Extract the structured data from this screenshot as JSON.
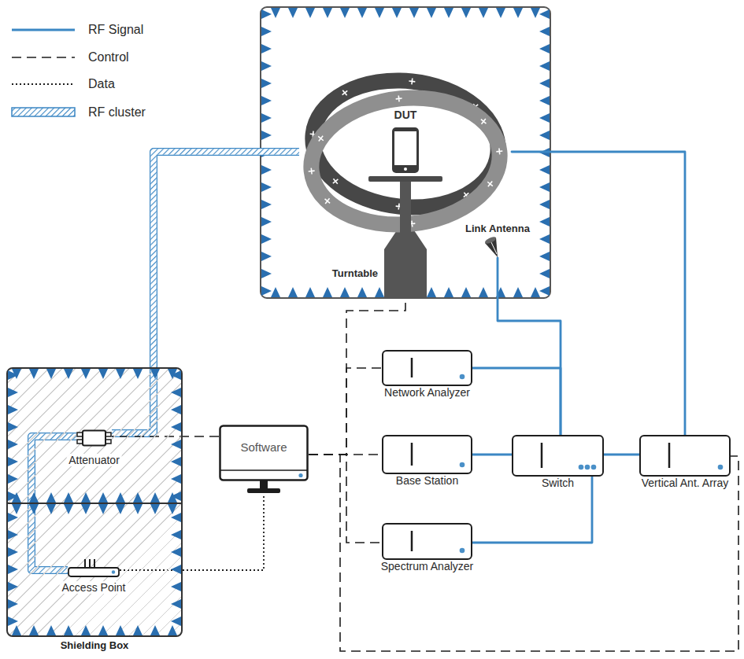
{
  "diagram": {
    "nodes": [
      {
        "text": [
          "DUT"
        ]
      },
      {
        "text": [
          "Link Antenna"
        ]
      },
      {
        "text": [
          "Turntable"
        ]
      },
      {
        "text": [
          "Shielding Box"
        ]
      },
      {
        "text": [
          "Attenuator"
        ],
        "in": 3
      },
      {
        "text": [
          "Access Point"
        ],
        "in": 3
      },
      {
        "text": [
          "Software"
        ]
      },
      {
        "text": [
          "Network Analyzer"
        ]
      },
      {
        "text": [
          "Base Station"
        ]
      },
      {
        "text": [
          "Switch"
        ]
      },
      {
        "text": [
          "Vertical Ant. Array"
        ]
      },
      {
        "text": [
          "Spectrum Analyzer"
        ]
      }
    ],
    "edges": [
      {
        "from": 0,
        "to": 4,
        "arrow": "none"
      },
      {
        "from": 4,
        "to": 5,
        "arrow": "none"
      },
      {
        "from": 6,
        "to": 4,
        "arrow": "none"
      },
      {
        "from": 5,
        "to": 6,
        "arrow": "none"
      },
      {
        "from": 6,
        "to": 2,
        "arrow": "none"
      },
      {
        "from": 6,
        "to": 7,
        "arrow": "none"
      },
      {
        "from": 6,
        "to": 8,
        "arrow": "none"
      },
      {
        "from": 6,
        "to": 11,
        "arrow": "none"
      },
      {
        "from": 6,
        "to": 10,
        "arrow": "none"
      },
      {
        "from": 7,
        "to": 9,
        "arrow": "none"
      },
      {
        "from": 8,
        "to": 9,
        "arrow": "none"
      },
      {
        "from": 11,
        "to": 9,
        "arrow": "none"
      },
      {
        "from": 9,
        "to": 1,
        "arrow": "none"
      },
      {
        "from": 9,
        "to": 10,
        "arrow": "none"
      },
      {
        "from": 10,
        "to": 0,
        "arrow": "none"
      }
    ],
    "legend": [
      {
        "text": "RF Signal"
      },
      {
        "text": "Control"
      },
      {
        "text": "Data"
      },
      {
        "text": "RF cluster"
      }
    ]
  }
}
